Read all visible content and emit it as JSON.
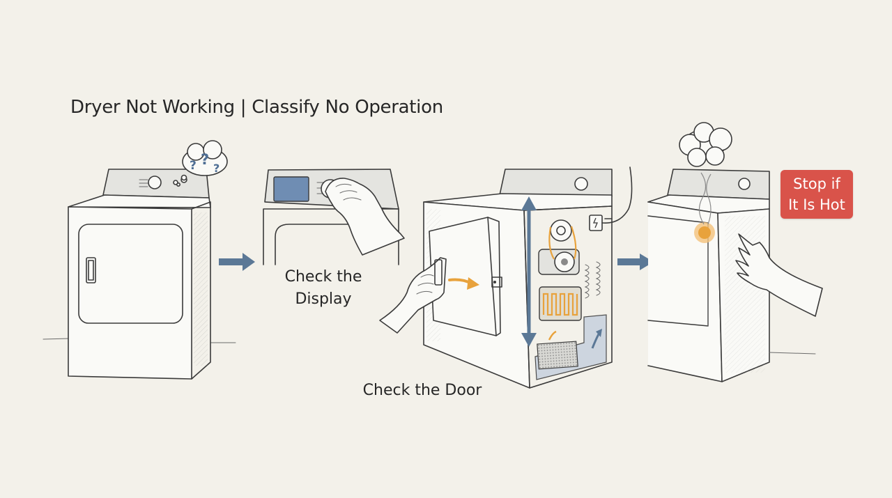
{
  "title": "Dryer Not Working | Classify No Operation",
  "steps": [
    {
      "caption_line1": "Check the",
      "caption_line2": "Display"
    },
    {
      "caption": "Check the Door"
    }
  ],
  "warning": {
    "line1": "Stop if",
    "line2": "It Is Hot"
  },
  "thought_bubble": "???",
  "colors": {
    "background": "#f3f1ea",
    "arrow_blue": "#5b7896",
    "accent_orange": "#e8a23c",
    "warning_red": "#d9534a",
    "display_blue": "#6f8db3"
  }
}
